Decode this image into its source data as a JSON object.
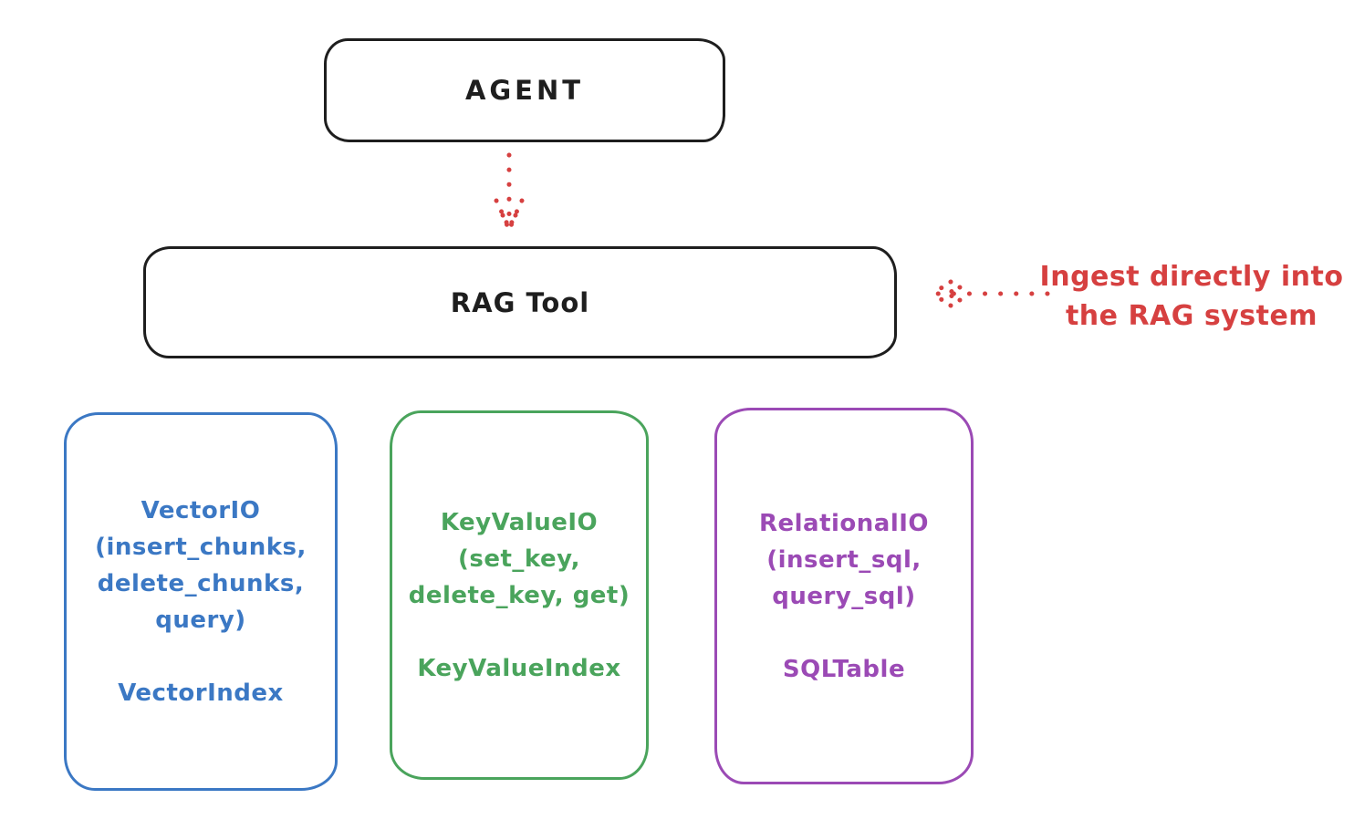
{
  "colors": {
    "ink": "#1e1e1e",
    "red": "#d64040",
    "blue": "#3b78c4",
    "green": "#4aa45c",
    "purple": "#9b4ab5"
  },
  "nodes": {
    "agent": {
      "label": "AGENT"
    },
    "rag_tool": {
      "label": "RAG Tool"
    },
    "vector": {
      "lines": [
        "VectorIO",
        "(insert_chunks,",
        "delete_chunks,",
        "query)"
      ],
      "index_label": "VectorIndex"
    },
    "keyvalue": {
      "lines": [
        "KeyValueIO",
        "(set_key,",
        "delete_key, get)"
      ],
      "index_label": "KeyValueIndex"
    },
    "relational": {
      "lines": [
        "RelationalIO",
        "(insert_sql,",
        "query_sql)"
      ],
      "index_label": "SQLTable"
    }
  },
  "annotation": {
    "lines": [
      "Ingest directly into",
      "the RAG system"
    ]
  }
}
